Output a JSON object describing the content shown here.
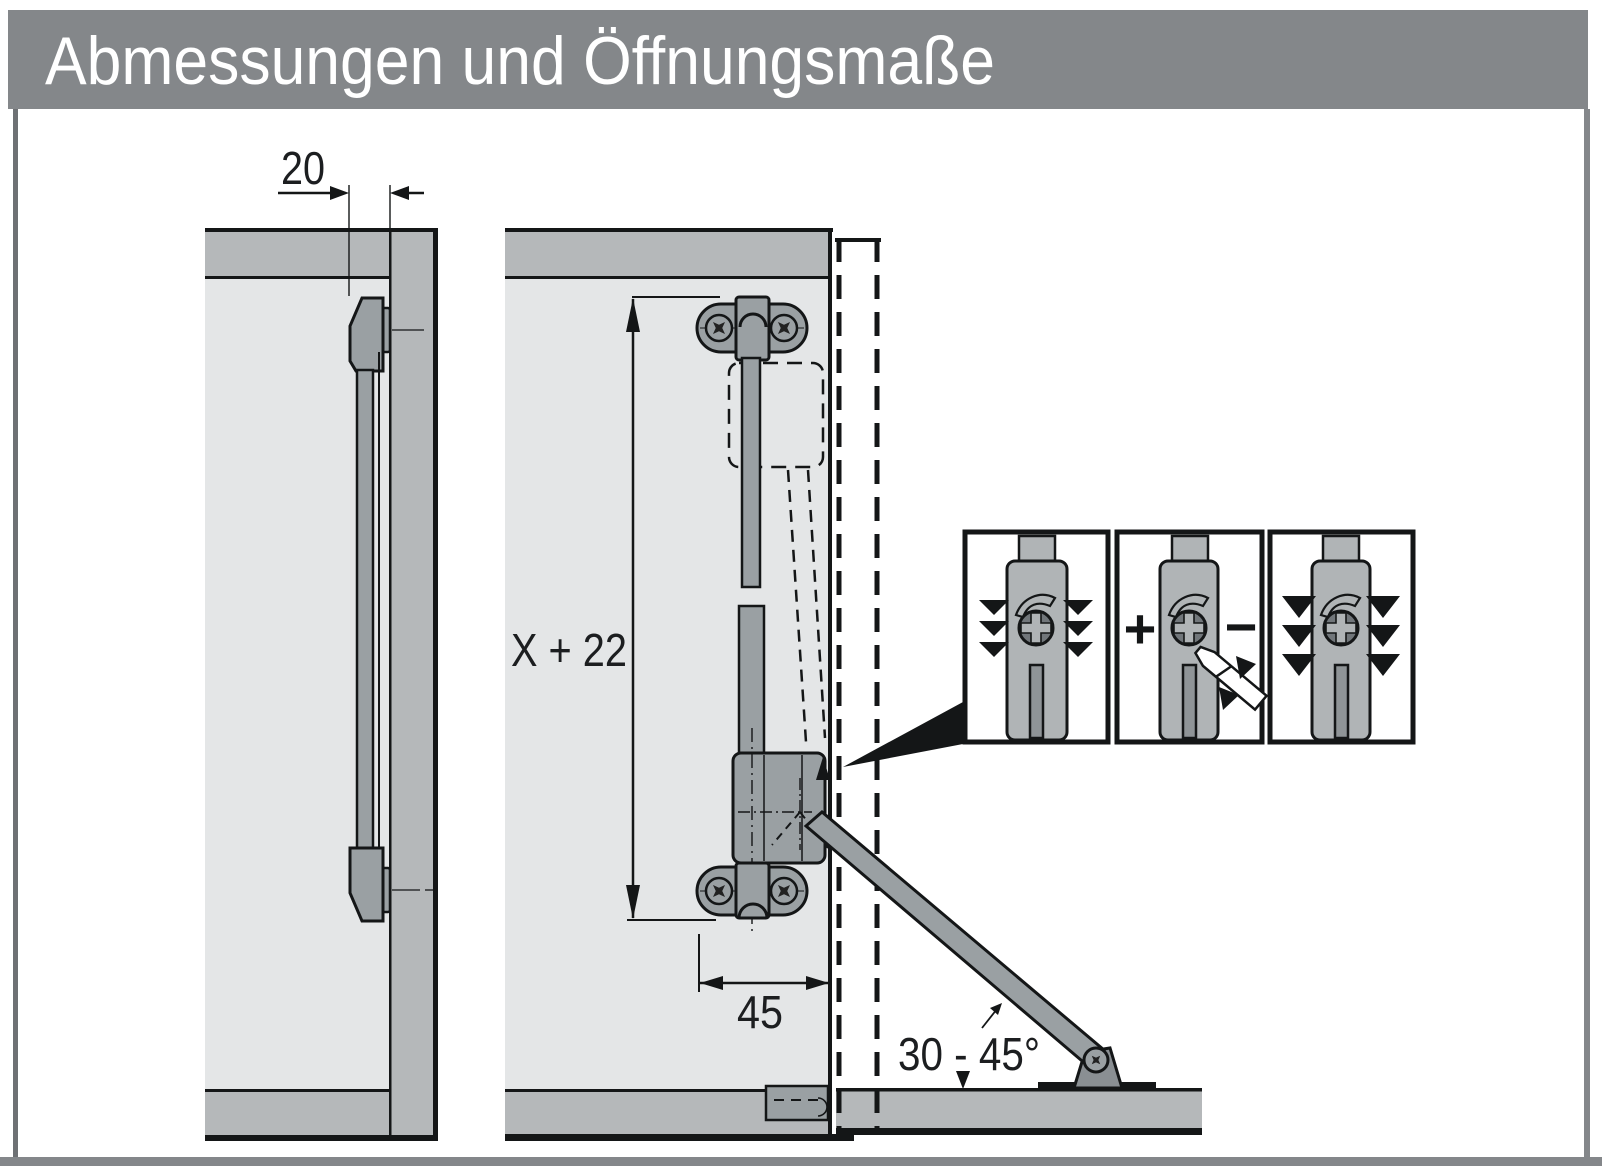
{
  "title": "Abmessungen und Öffnungsmaße",
  "dimensions": {
    "panel_offset": "20",
    "stay_length": "X + 22",
    "bottom_offset": "45",
    "opening_angle": "30 - 45°"
  },
  "adjustment": {
    "plus": "+",
    "minus": "−",
    "box_icons": [
      "triple-arrow-down-both-sides",
      "screwdriver-plus-minus",
      "triple-arrow-down-both-sides-large"
    ]
  },
  "colors": {
    "title_bar": "#84878a",
    "border": "#84878a",
    "panel_gray": "#b5b8ba",
    "interior_gray": "#e4e6e7",
    "hardware_gray": "#9aa0a3",
    "hardware_light": "#b0b4b6",
    "hardware_dark": "#71767a",
    "outline": "#141617"
  }
}
